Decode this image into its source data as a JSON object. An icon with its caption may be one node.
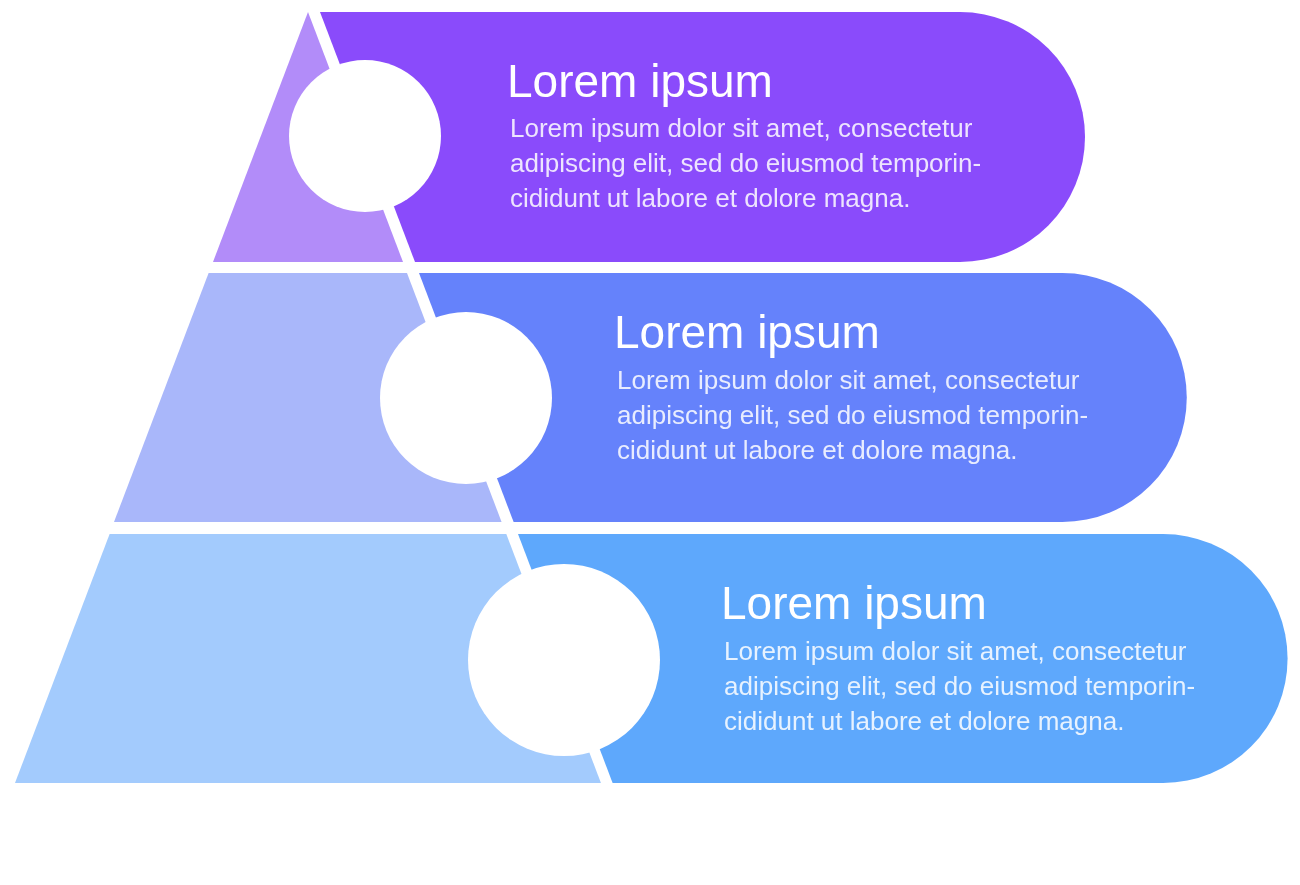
{
  "diagram": {
    "nodes": [
      {
        "text": [],
        "shape": "triangle"
      },
      {
        "text": [
          "Lorem ipsum",
          "Lorem ipsum dolor sit amet, consectetur adipiscing elit, sed do eiusmod temporin- cididunt ut labore et dolore magna."
        ]
      },
      {
        "text": [],
        "shape": "trapezoid"
      },
      {
        "text": [
          "Lorem ipsum",
          "Lorem ipsum dolor sit amet, consectetur adipiscing elit, sed do eiusmod temporin- cididunt ut labore et dolore magna."
        ]
      },
      {
        "text": [],
        "shape": "trapezoid"
      },
      {
        "text": [
          "Lorem ipsum",
          "Lorem ipsum dolor sit amet, consectetur adipiscing elit, sed do eiusmod temporin- cididunt ut labore et dolore magna."
        ]
      }
    ]
  }
}
